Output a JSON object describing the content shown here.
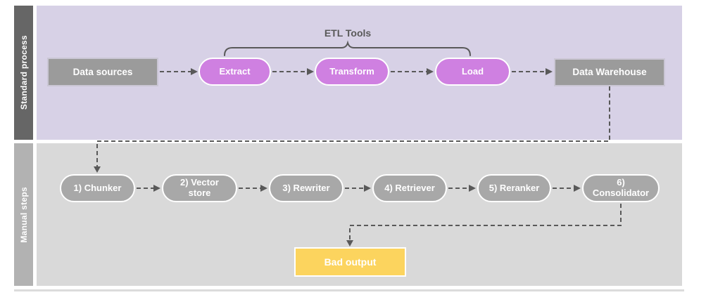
{
  "diagram": {
    "title_group": {
      "label": "ETL Tools"
    },
    "lanes": {
      "standard": {
        "label": "Standard process"
      },
      "manual": {
        "label": "Manual steps"
      }
    },
    "standard_nodes": {
      "data_sources": "Data sources",
      "extract": "Extract",
      "transform": "Transform",
      "load": "Load",
      "data_warehouse": "Data Warehouse"
    },
    "manual_nodes": {
      "chunker": "1) Chunker",
      "vector_store": "2) Vector store",
      "rewriter": "3) Rewriter",
      "retriever": "4) Retriever",
      "reranker": "5) Reranker",
      "consolidator": "6) Consolidator"
    },
    "output": {
      "bad_output": "Bad output"
    },
    "colors": {
      "lane_standard_bg": "#d7d1e6",
      "lane_manual_bg": "#d9d9d9",
      "sidebar_standard": "#666666",
      "sidebar_manual": "#b2b2b2",
      "etl_pill": "#cf80e1",
      "gray_box": "#9b9b9b",
      "manual_pill": "#a8a8a8",
      "bad_output_bg": "#fcd45e",
      "connector": "#595959",
      "node_text": "#ffffff"
    }
  }
}
